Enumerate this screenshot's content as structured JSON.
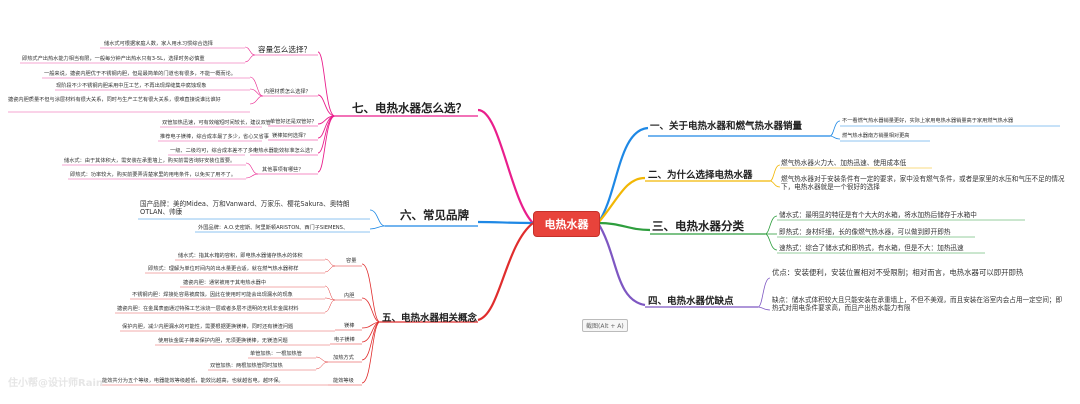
{
  "center": {
    "label": "电热水器"
  },
  "screenshot_tip": "截图(Alt + A)",
  "watermark": "住小帮@设计师Rain",
  "right": {
    "b1": {
      "title": "一、关于电热水器和燃气热水器销量",
      "notes": [
        "不一看燃气热水器销量更好，实际上家用电热水器销量高于家用燃气热水器",
        "燃气热水器南方销量相对更高"
      ]
    },
    "b2": {
      "title": "二、为什么选择电热水器",
      "notes": [
        "燃气热水器火力大、加热迅速、使用成本低",
        "燃气热水器对于安装条件有一定的要求，家中没有燃气条件，或者是家里的水压和气压不足的情况下，电热水器就是一个很好的选择"
      ]
    },
    "b3": {
      "title": "三、电热水器分类",
      "notes": [
        "储水式：最明显的特征是有个大大的水箱，将水加热后储存于水箱中",
        "即热式：身材纤细，长的像燃气热水器，可以做到即开即热",
        "速热式：综合了储水式和即热式，有水箱，但是不大：加热迅速"
      ]
    },
    "b4": {
      "title": "四、电热水器优缺点",
      "notes": [
        "优点：安装便利，安装位置相对不受限制；相对而言，电热水器可以即开即热",
        "缺点：储水式体积较大且只能安装在承重墙上，不但不美观，而且安装在浴室内会占用一定空间；即热式对用电条件要求高，而且产出热水能力有限"
      ]
    }
  },
  "left": {
    "b7": {
      "title": "七、电热水器怎么选？",
      "capacity": {
        "label": "容量怎么选择？",
        "notes": [
          "储水式可根据家庭人数，家人用水习惯综合选择",
          "即热式产出热水能力相当有限，一般每分钟产出热水只有3-5L，选择时务必慎重"
        ]
      },
      "liner": {
        "label": "内胆材质怎么选择？",
        "notes": [
          "一般来说，搪瓷内胆优于不锈钢内胆，但是最简单的门道也有很多，不能一概而论。",
          "现阶段不少不锈钢内胆采用中压工艺，不再出现焊缝集中腐蚀现象",
          "搪瓷内胆质量不但与涂层材料有很大关系，同时与生产工艺有很大关系，很难直接说谁比谁好"
        ]
      },
      "timer": {
        "label": "单管好还是双管好？",
        "notes": [
          "双管加热迅速，可有效缩短时间较长，建议双管"
        ]
      },
      "anode": {
        "label": "镁棒如何选择？",
        "notes": [
          "推荐电子镁棒，综合成本最了多少，省心又省事"
        ]
      },
      "energy": {
        "label": "电热水器能效标准怎么选？",
        "notes": [
          "一级、二级均可，综合成本差不了多少"
        ]
      },
      "other": {
        "label": "其他事项有哪些？",
        "notes": [
          "储水式：由于其体积大，需安装在承重墙上，购买前需咨询好安装位置要。",
          "即热式：功率较大，购买前要弄清楚家里的用电条件，以免买了用不了。"
        ]
      }
    },
    "b6": {
      "title": "六、常见品牌",
      "domestic": "国产品牌：美的Midea、万和Vanward、万家乐、樱花Sakura、奥特朗OTLAN、帅康",
      "foreign": "外国品牌：A.O.史密斯、阿里斯顿ARISTON、西门子SIEMENS、"
    },
    "b5": {
      "title": "五、电热水器相关概念",
      "groups": [
        {
          "label": "容量",
          "notes": [
            "储水式：指其水箱的容积，即电热水器储存热水的体积",
            "即热式：理解为单位时间内的出水量更合适，就在燃气热水器称样"
          ]
        },
        {
          "label": "内胆",
          "notes": [
            "搪瓷内胆：通常被用于其电热水器中",
            "不锈钢内胆：焊接处容易被腐蚀，因此在使用时可能会出现漏水的现象",
            "搪瓷内胆：在金属表面通过特殊工艺涂烧一层或者多层不透明的无机非金属材料"
          ]
        },
        {
          "label": "镁棒",
          "notes": [
            "保护内胆，减少内胆漏水的可能性，需要根据更换镁棒，同时还有镁渣问题"
          ]
        },
        {
          "label": "电子镁棒",
          "notes": [
            "使用钛金属子棒来保护内胆，无须更换镁棒，无镁渣问题"
          ]
        },
        {
          "label": "加热方式",
          "notes": [
            "单管加热：一根加热管",
            "双管加热：两根加热管同时加热"
          ]
        },
        {
          "label": "能效等级",
          "notes": [
            "能效共分为五个等级，电器能效等级越低，能效比越高，也就越省电，越环保。"
          ]
        }
      ]
    }
  }
}
